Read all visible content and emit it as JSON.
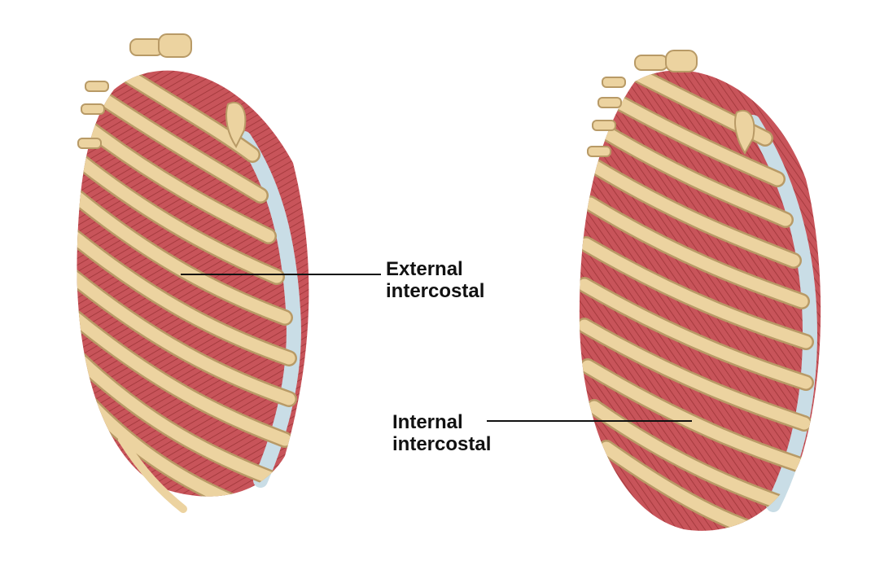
{
  "labels": {
    "external": {
      "line1": "External",
      "line2": "intercostal"
    },
    "internal": {
      "line1": "Internal",
      "line2": "intercostal"
    }
  },
  "colors": {
    "background": "#ffffff",
    "rib_bone": "#ecd3a0",
    "rib_outline": "#b89a66",
    "muscle": "#c8545a",
    "muscle_dark": "#9e3538",
    "costal_cartilage": "#c9dde6",
    "leader_line": "#111111"
  },
  "figures": [
    "left-ribcage-external-view",
    "right-ribcage-internal-view"
  ]
}
